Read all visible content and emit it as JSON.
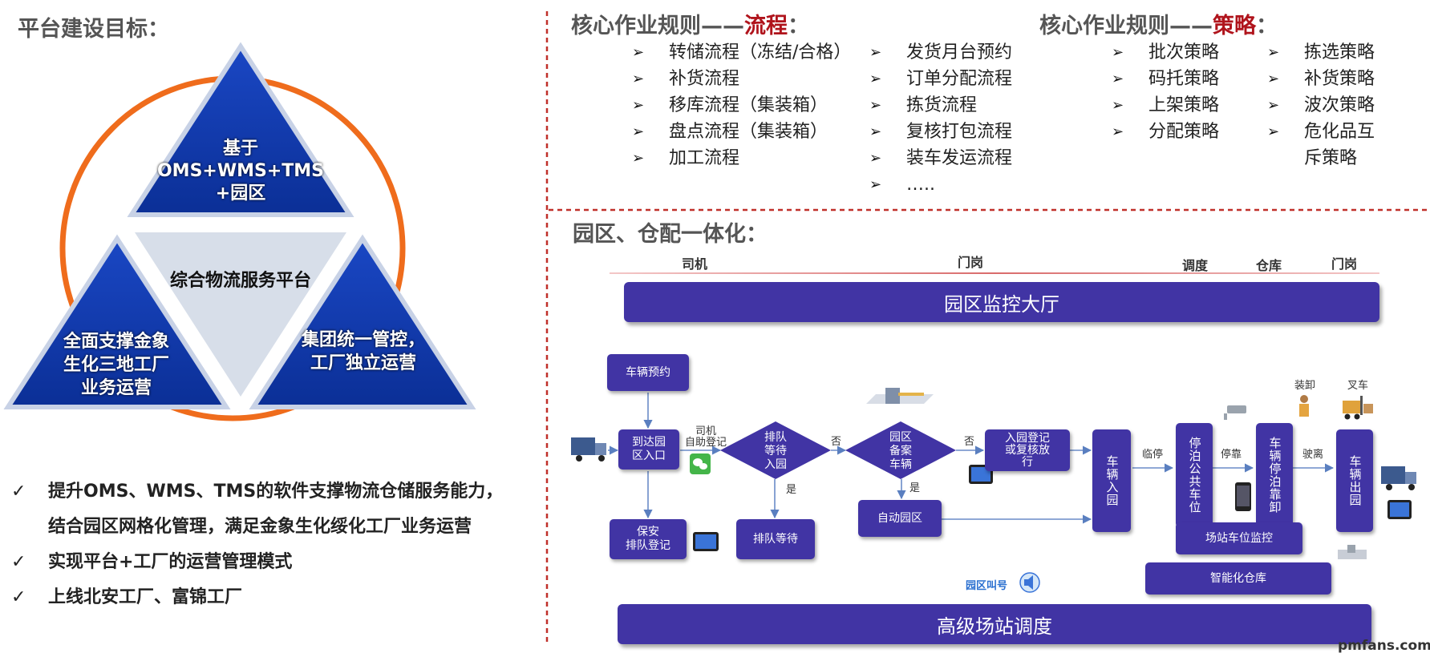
{
  "left": {
    "title": "平台建设目标：",
    "triangle_top": [
      "基于",
      "OMS+WMS+TMS",
      "+园区"
    ],
    "triangle_center": "综合物流服务平台",
    "triangle_left": [
      "全面支撑金象",
      "生化三地工厂",
      "业务运营"
    ],
    "triangle_right": [
      "集团统一管控，",
      "工厂独立运营"
    ],
    "check_mark": "✓",
    "checks": [
      [
        "提升OMS、WMS、TMS的软件支撑物流仓储服务能力，",
        "结合园区网格化管理，满足金象生化绥化工厂业务运营"
      ],
      [
        "实现平台+工厂的运营管理模式"
      ],
      [
        "上线北安工厂、富锦工厂"
      ]
    ]
  },
  "process": {
    "title_prefix": "核心作业规则——",
    "title_highlight": "流程",
    "title_suffix": "：",
    "bullet": "➢",
    "col1": [
      "转储流程（冻结/合格）",
      "补货流程",
      "移库流程（集装箱）",
      "盘点流程（集装箱）",
      "加工流程"
    ],
    "col2": [
      "发货月台预约",
      "订单分配流程",
      "拣货流程",
      "复核打包流程",
      "装车发运流程",
      "….."
    ]
  },
  "strategy": {
    "title_prefix": "核心作业规则——",
    "title_highlight": "策略",
    "title_suffix": "：",
    "col1": [
      "批次策略",
      "码托策略",
      "上架策略",
      "分配策略"
    ],
    "col2": [
      "拣选策略",
      "补货策略",
      "波次策略",
      "危化品互",
      "斥策略"
    ]
  },
  "park": {
    "title": "园区、仓配一体化：",
    "roles": [
      "司机",
      "门岗",
      "调度",
      "仓库",
      "门岗"
    ],
    "monitor_hall": "园区监控大厅",
    "dispatch": "高级场站调度",
    "nodes": {
      "reserve": "车辆预约",
      "arrive": [
        "到达园",
        "区入口"
      ],
      "guard": [
        "保安",
        "排队登记"
      ],
      "queue_wait": [
        "排队",
        "等待",
        "入园"
      ],
      "queue": "排队等待",
      "filed": [
        "园区",
        "备案",
        "车辆"
      ],
      "auto": "自动园区",
      "register": [
        "入园登记",
        "或复核放",
        "行"
      ],
      "enter": "车辆入园",
      "park_public": "停泊公共车位",
      "park_dock": "车辆停泊靠卸",
      "exit": "车辆出园",
      "lot_monitor": "场站车位监控",
      "smart_wh": "智能化仓库"
    },
    "labels": {
      "driver_self": [
        "司机",
        "自助登记"
      ],
      "no1": "否",
      "no2": "否",
      "yes1": "是",
      "yes2": "是",
      "temp_park": "临停",
      "dock": "停靠",
      "leave": "驶离",
      "unload": "装卸",
      "forklift": "叉车",
      "call": "园区叫号"
    }
  },
  "watermark": "pmfans.com",
  "colors": {
    "node": "#4134a4",
    "triangle": "#0f35a5",
    "ring": "#ef6c1c",
    "divider": "#c0302a",
    "highlight": "#b0141c"
  }
}
